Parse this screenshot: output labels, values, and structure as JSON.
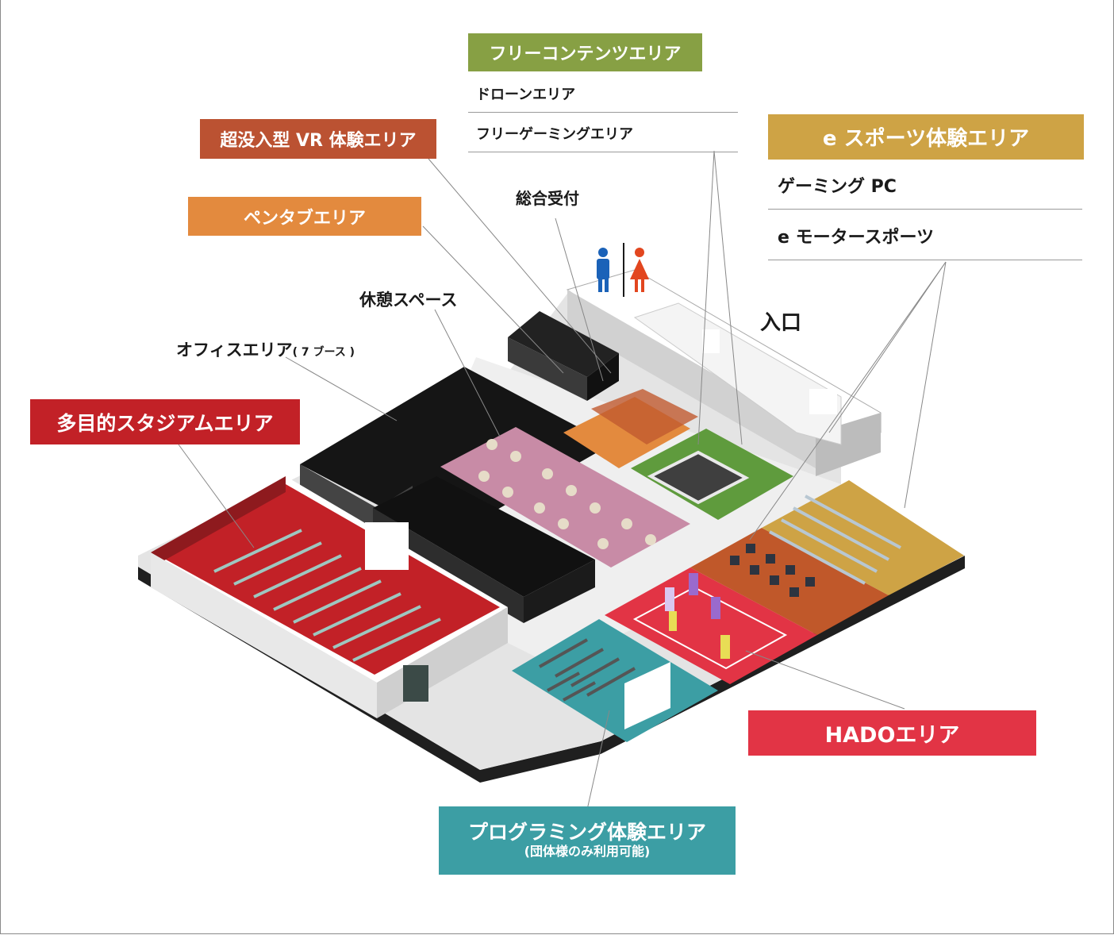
{
  "labels": {
    "free_content": "フリーコンテンツエリア",
    "drone": "ドローンエリア",
    "free_gaming": "フリーゲーミングエリア",
    "vr": "超没入型 VR 体験エリア",
    "pen_tab": "ペンタブエリア",
    "reception": "総合受付",
    "esports": "e スポーツ体験エリア",
    "gaming_pc": "ゲーミング PC",
    "motorsports": "e モータースポーツ",
    "entrance": "入口",
    "rest": "休憩スペース",
    "office": "オフィスエリア",
    "office_note": "( 7 ブース )",
    "stadium": "多目的スタジアムエリア",
    "hado": "HADOエリア",
    "programming": "プログラミング体験エリア",
    "programming_note": "(団体様のみ利用可能)"
  },
  "colors": {
    "free_content": "#87a044",
    "vr": "#bb5232",
    "pen_tab": "#e38a3e",
    "esports": "#cea345",
    "stadium": "#c22127",
    "hado": "#e23445",
    "programming": "#3c9ea4",
    "rest": "#c88ba6",
    "green_field": "#5f9b3d",
    "floor": "#e4e4e4",
    "booth": "#151515"
  },
  "icons": {
    "restroom": "restroom-icon"
  }
}
